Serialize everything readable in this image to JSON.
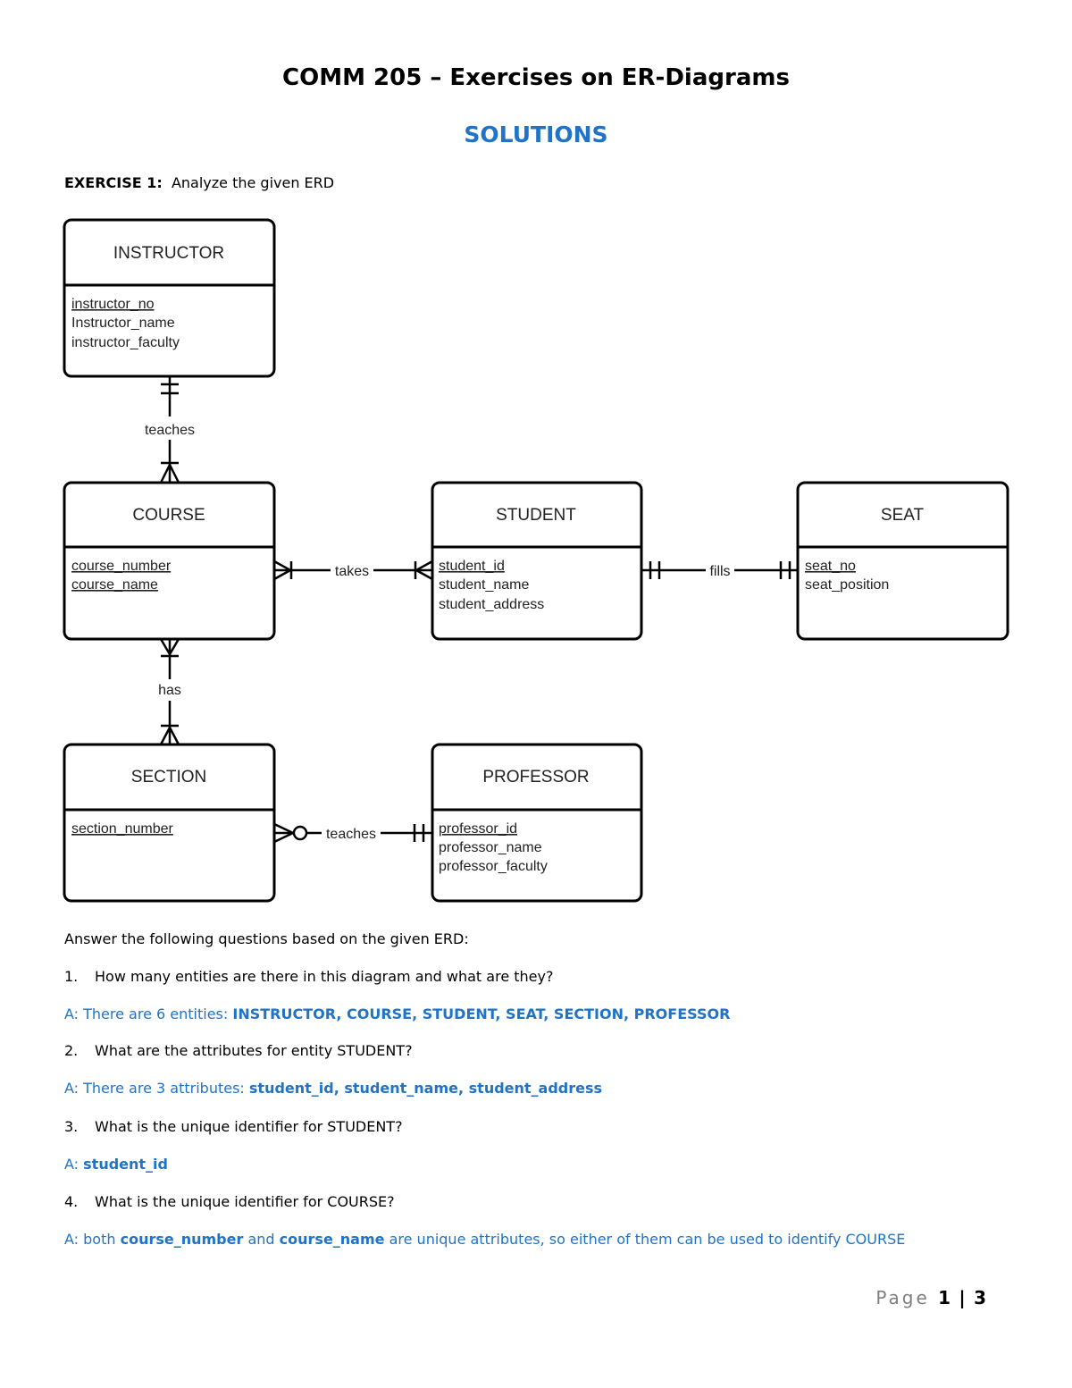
{
  "header": {
    "title": "COMM 205 – Exercises on ER-Diagrams",
    "subtitle": "SOLUTIONS",
    "exercise_label": "EXERCISE 1:",
    "exercise_text": "Analyze the given ERD"
  },
  "diagram": {
    "entities": {
      "instructor": {
        "name": "INSTRUCTOR",
        "attributes": [
          "instructor_no",
          "Instructor_name",
          "instructor_faculty"
        ]
      },
      "course": {
        "name": "COURSE",
        "attributes": [
          "course_number",
          "course_name"
        ]
      },
      "student": {
        "name": "STUDENT",
        "attributes": [
          "student_id",
          "student_name",
          "student_address"
        ]
      },
      "seat": {
        "name": "SEAT",
        "attributes": [
          "seat_no",
          "seat_position"
        ]
      },
      "section": {
        "name": "SECTION",
        "attributes": [
          "section_number"
        ]
      },
      "professor": {
        "name": "PROFESSOR",
        "attributes": [
          "professor_id",
          "professor_name",
          "professor_faculty"
        ]
      }
    },
    "relationships": {
      "instructor_course": "teaches",
      "course_student": "takes",
      "student_seat": "fills",
      "course_section": "has",
      "section_professor": "teaches"
    }
  },
  "questions": {
    "intro": "Answer the following questions based on the given ERD:",
    "q1": {
      "num": "1.",
      "text": "How many entities are there in this diagram and what are they?",
      "answer_prefix": "A: There are 6 entities: ",
      "answer_bold": "INSTRUCTOR, COURSE, STUDENT, SEAT, SECTION, PROFESSOR"
    },
    "q2": {
      "num": "2.",
      "text": "What are the attributes for entity STUDENT?",
      "answer_prefix": "A: There are 3 attributes: ",
      "answer_bold": "student_id, student_name, student_address"
    },
    "q3": {
      "num": "3.",
      "text": "What is the unique identifier for STUDENT?",
      "answer_prefix": "A: ",
      "answer_bold": "student_id"
    },
    "q4": {
      "num": "4.",
      "text": "What is the unique identifier for COURSE?",
      "answer_prefix": "A: both ",
      "answer_bold1": "course_number",
      "answer_mid": " and ",
      "answer_bold2": "course_name",
      "answer_suffix": " are unique attributes, so either of them can be used to identify COURSE"
    }
  },
  "footer": {
    "page_word": "Page",
    "page_num": "1",
    "separator": "|",
    "total": "3"
  }
}
